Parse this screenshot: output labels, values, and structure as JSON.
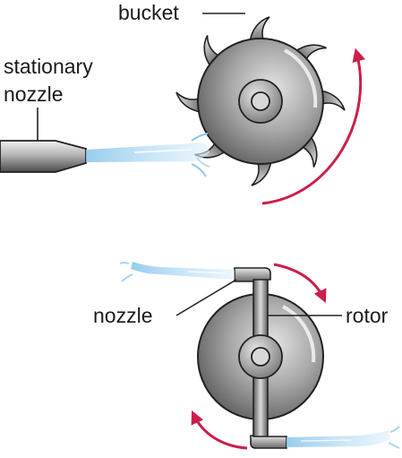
{
  "labels": {
    "bucket": "bucket",
    "stationary_nozzle_line1": "stationary",
    "stationary_nozzle_line2": "nozzle",
    "nozzle": "nozzle",
    "rotor": "rotor"
  },
  "colors": {
    "arrow": "#cc1f4a",
    "water": "#a9d4ef",
    "metal_dark": "#4a4a4a",
    "metal_light": "#cfcfcf",
    "outline": "#222222"
  },
  "icons": {
    "impulse_wheel": "bucket-wheel-icon",
    "reaction_rotor": "rotor-disc-icon"
  }
}
